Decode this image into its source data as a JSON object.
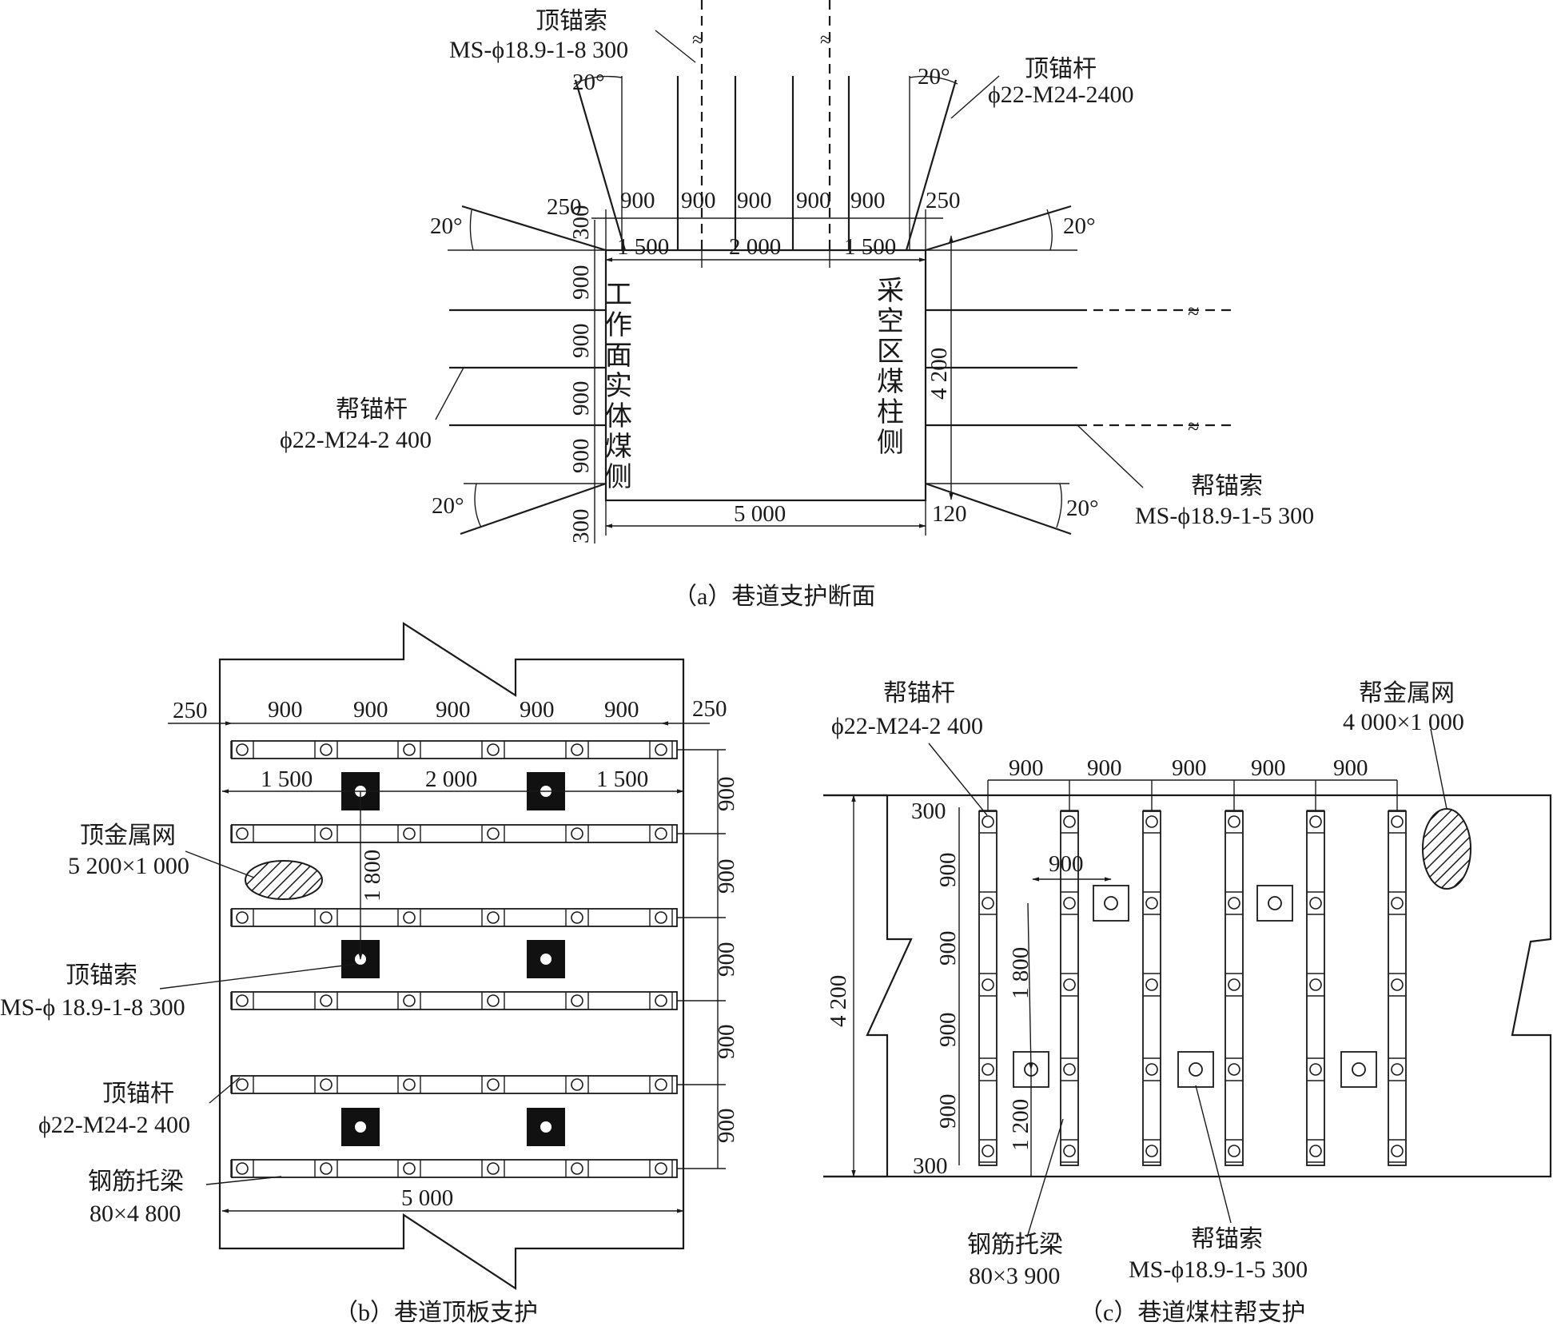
{
  "section_a": {
    "caption": "（a）巷道支护断面",
    "roof_cable": {
      "name": "顶锚索",
      "spec": "MS-ϕ18.9-1-8 300"
    },
    "roof_bolt": {
      "name": "顶锚杆",
      "spec": "ϕ22-M24-2400"
    },
    "side_bolt": {
      "name": "帮锚杆",
      "spec": "ϕ22-M24-2 400"
    },
    "side_cable": {
      "name": "帮锚索",
      "spec": "MS-ϕ18.9-1-5 300"
    },
    "left_side_text": "工作面实体煤侧",
    "right_side_text": "采空区煤柱侧",
    "angle": "20°",
    "dims": {
      "edge_250": "250",
      "spacing_900": "900",
      "span_1500": "1 500",
      "span_2000": "2 000",
      "width_5000": "5 000",
      "height_4200": "4 200",
      "offset_300": "300",
      "offset_120": "120"
    }
  },
  "section_b": {
    "caption": "（b）巷道顶板支护",
    "roof_mesh": {
      "name": "顶金属网",
      "spec": "5 200×1 000"
    },
    "roof_cable": {
      "name": "顶锚索",
      "spec": "MS-ϕ 18.9-1-8 300"
    },
    "roof_bolt": {
      "name": "顶锚杆",
      "spec": "ϕ22-M24-2 400"
    },
    "steel_beam": {
      "name": "钢筋托梁",
      "spec": "80×4 800"
    },
    "dims": {
      "edge_250": "250",
      "spacing_900": "900",
      "span_1500": "1 500",
      "span_2000": "2 000",
      "spacing_1800": "1 800",
      "width_5000": "5 000"
    }
  },
  "section_c": {
    "caption": "（c）巷道煤柱帮支护",
    "side_bolt": {
      "name": "帮锚杆",
      "spec": "ϕ22-M24-2 400"
    },
    "side_mesh": {
      "name": "帮金属网",
      "spec": "4 000×1 000"
    },
    "steel_beam": {
      "name": "钢筋托梁",
      "spec": "80×3 900"
    },
    "side_cable": {
      "name": "帮锚索",
      "spec": "MS-ϕ18.9-1-5 300"
    },
    "dims": {
      "spacing_900": "900",
      "offset_300": "300",
      "height_4200": "4 200",
      "spacing_1800": "1 800",
      "spacing_1200": "1 200"
    }
  }
}
